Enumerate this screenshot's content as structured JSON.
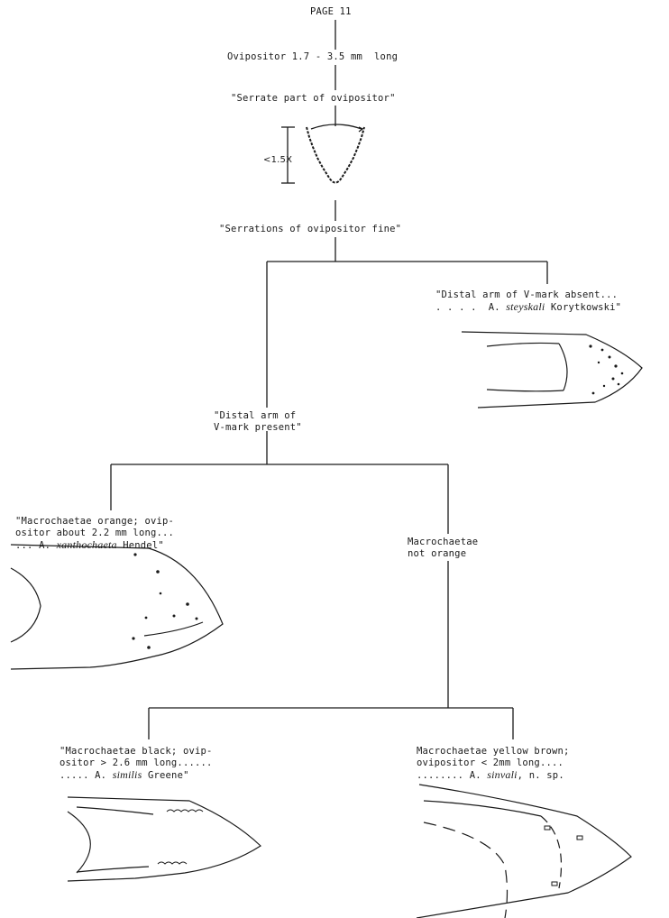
{
  "page_header": "PAGE 11",
  "nodes": {
    "ovipositor_length": "Ovipositor 1.7 - 3.5 mm  long",
    "serrate_part": "\"Serrate part of ovipositor\"",
    "ratio_label": "<1.5X",
    "serrations_fine": "\"Serrations of ovipositor fine\"",
    "distal_absent": {
      "line1": "\"Distal arm of V-mark absent...",
      "line2_prefix": ". . . .  A. ",
      "species": "steyskali",
      "author": " Korytkowski\""
    },
    "distal_present": {
      "line1": "\"Distal arm of",
      "line2": "V-mark present\""
    },
    "macro_orange": {
      "line1": "\"Macrochaetae orange; ovip-",
      "line2": "ositor about 2.2 mm long...",
      "line3_prefix": "... A. ",
      "species": "xanthochaeta",
      "author": " Hendel\""
    },
    "macro_not_orange": {
      "line1": "Macrochaetae",
      "line2": "not orange"
    },
    "macro_black": {
      "line1": "\"Macrochaetae black; ovip-",
      "line2": "ositor > 2.6 mm long......",
      "line3_prefix": "..... A. ",
      "species": "similis",
      "author": " Greene\""
    },
    "macro_yellow_brown": {
      "line1": "Macrochaetae yellow brown;",
      "line2": "ovipositor < 2mm long....",
      "line3_prefix": "........ A. ",
      "species": "sinvali",
      "author": ", n. sp."
    }
  },
  "drawings": [
    {
      "name": "ovipositor-tip-serrate"
    },
    {
      "name": "ovipositor-tip-steyskali"
    },
    {
      "name": "ovipositor-tip-xanthochaeta"
    },
    {
      "name": "ovipositor-tip-similis"
    },
    {
      "name": "ovipositor-tip-sinvali"
    }
  ]
}
